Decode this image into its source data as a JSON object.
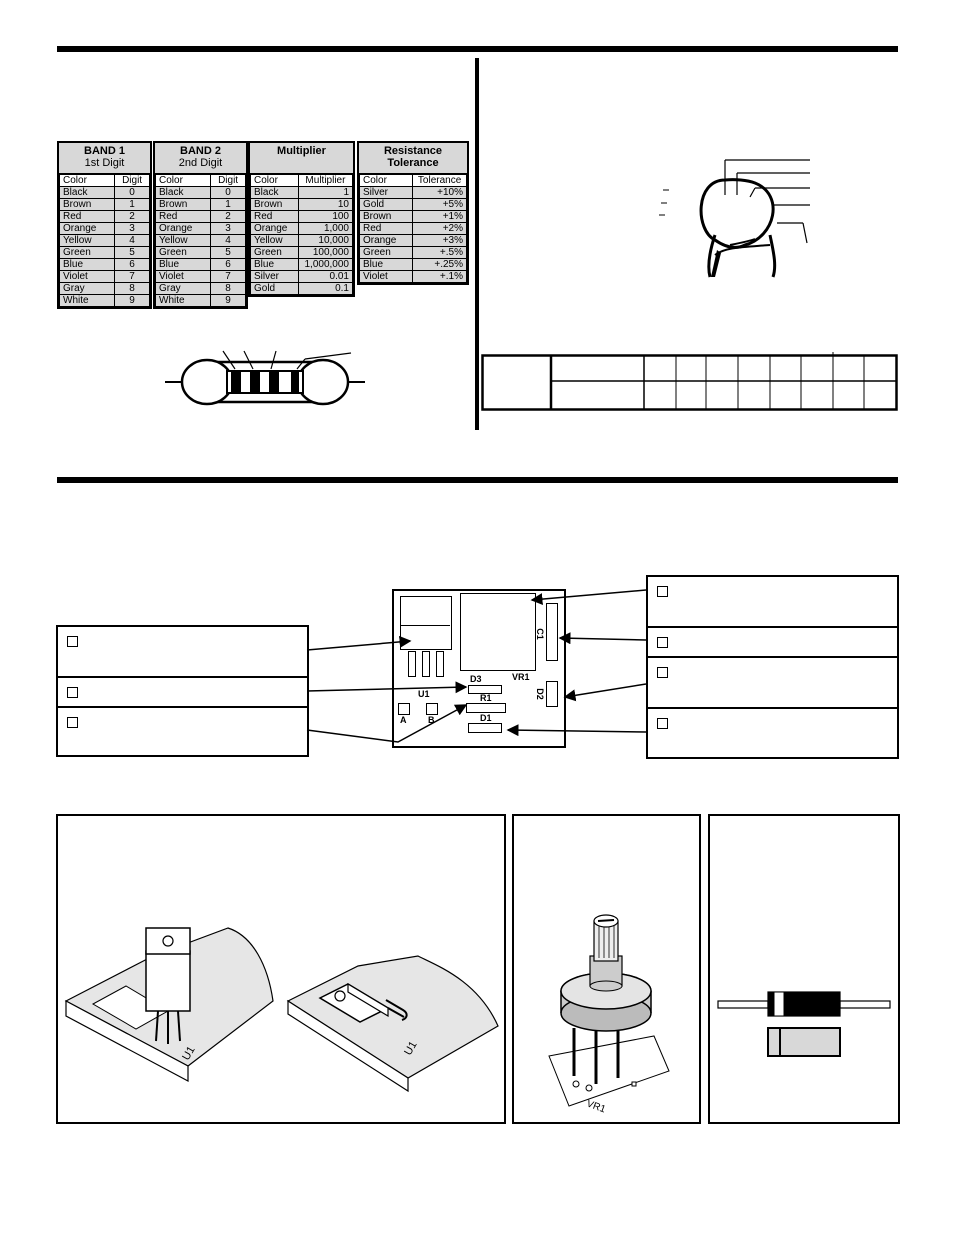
{
  "color_tables": [
    {
      "title": "BAND 1",
      "subtitle": "1st Digit",
      "col_headers": [
        "Color",
        "Digit"
      ],
      "rows": [
        [
          "Black",
          "0"
        ],
        [
          "Brown",
          "1"
        ],
        [
          "Red",
          "2"
        ],
        [
          "Orange",
          "3"
        ],
        [
          "Yellow",
          "4"
        ],
        [
          "Green",
          "5"
        ],
        [
          "Blue",
          "6"
        ],
        [
          "Violet",
          "7"
        ],
        [
          "Gray",
          "8"
        ],
        [
          "White",
          "9"
        ]
      ]
    },
    {
      "title": "BAND 2",
      "subtitle": "2nd Digit",
      "col_headers": [
        "Color",
        "Digit"
      ],
      "rows": [
        [
          "Black",
          "0"
        ],
        [
          "Brown",
          "1"
        ],
        [
          "Red",
          "2"
        ],
        [
          "Orange",
          "3"
        ],
        [
          "Yellow",
          "4"
        ],
        [
          "Green",
          "5"
        ],
        [
          "Blue",
          "6"
        ],
        [
          "Violet",
          "7"
        ],
        [
          "Gray",
          "8"
        ],
        [
          "White",
          "9"
        ]
      ]
    },
    {
      "title": "Multiplier",
      "subtitle": "",
      "col_headers": [
        "Color",
        "Multiplier"
      ],
      "rows": [
        [
          "Black",
          "1"
        ],
        [
          "Brown",
          "10"
        ],
        [
          "Red",
          "100"
        ],
        [
          "Orange",
          "1,000"
        ],
        [
          "Yellow",
          "10,000"
        ],
        [
          "Green",
          "100,000"
        ],
        [
          "Blue",
          "1,000,000"
        ],
        [
          "Silver",
          "0.01"
        ],
        [
          "Gold",
          "0.1"
        ]
      ]
    },
    {
      "title": "Resistance",
      "subtitle": "Tolerance",
      "col_headers": [
        "Color",
        "Tolerance"
      ],
      "rows": [
        [
          "Silver",
          "+10%"
        ],
        [
          "Gold",
          "+5%"
        ],
        [
          "Brown",
          "+1%"
        ],
        [
          "Red",
          "+2%"
        ],
        [
          "Orange",
          "+3%"
        ],
        [
          "Green",
          "+.5%"
        ],
        [
          "Blue",
          "+.25%"
        ],
        [
          "Violet",
          "+.1%"
        ]
      ]
    }
  ],
  "pcb": {
    "labels": {
      "c1": "C1",
      "vr1": "VR1",
      "d3": "D3",
      "u1": "U1",
      "r1": "R1",
      "d2": "D2",
      "a": "A",
      "b": "B",
      "d1": "D1"
    }
  },
  "mount_panel": {
    "u1_label_left": "U1",
    "u1_label_right": "U1"
  },
  "pot_panel": {
    "vr1_label": "VR1"
  }
}
